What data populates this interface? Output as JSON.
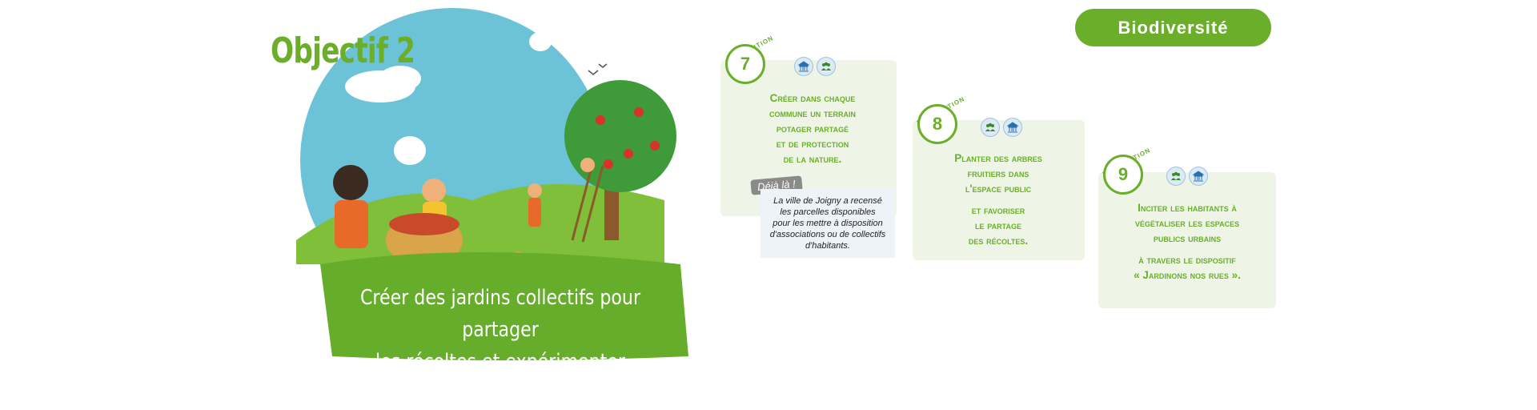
{
  "objective": {
    "title": "Objectif 2",
    "caption_line1": "Créer des jardins collectifs pour partager",
    "caption_line2": "les récoltes et expérimenter ensemble"
  },
  "badge": "Biodiversité",
  "propositions": [
    {
      "tag": "PROPOSITION",
      "number": "7",
      "icons": [
        "institution-icon",
        "community-icon"
      ],
      "lines": [
        "Créer dans chaque",
        "commune un terrain",
        "potager partagé",
        "et de protection",
        "de la nature."
      ]
    },
    {
      "tag": "PROPOSITION",
      "number": "8",
      "icons": [
        "community-icon",
        "institution-icon"
      ],
      "lines": [
        "Planter des arbres",
        "fruitiers dans",
        "l'espace public",
        "",
        "et favoriser",
        "le partage",
        "des récoltes."
      ]
    },
    {
      "tag": "PROPOSITION",
      "number": "9",
      "icons": [
        "community-icon",
        "institution-icon"
      ],
      "lines": [
        "Inciter les habitants à",
        "végétaliser les espaces",
        "publics urbains",
        "",
        "à travers le dispositif",
        "« Jardinons nos rues »."
      ]
    }
  ],
  "deja": {
    "tag": "Déjà là !",
    "lines": [
      "La ville de Joigny a recensé",
      "les parcelles disponibles",
      "pour les mettre à disposition",
      "d'associations ou de collectifs",
      "d'habitants."
    ]
  },
  "colors": {
    "green": "#6aae2a",
    "sky": "#6cc3d8",
    "card": "#eef5e6"
  }
}
